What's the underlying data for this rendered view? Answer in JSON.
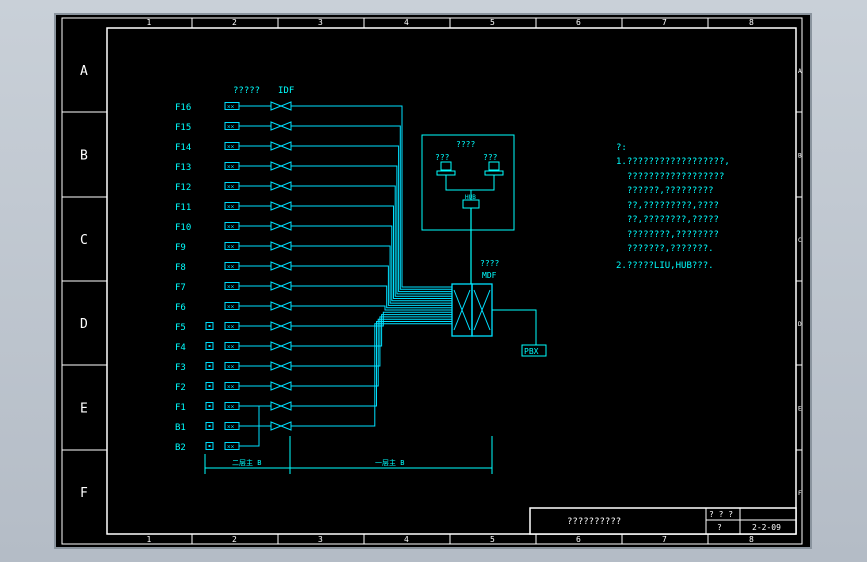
{
  "colors": {
    "background": "#000000",
    "frame": "#ffffff",
    "cable": "#00e0ff",
    "label": "#00ffff",
    "note": "#00ffff",
    "workspace": "#c0c8d0"
  },
  "border": {
    "columns": [
      "1",
      "2",
      "3",
      "4",
      "5",
      "6",
      "7",
      "8"
    ],
    "rows": [
      "A",
      "B",
      "C",
      "D",
      "E",
      "F"
    ]
  },
  "header": {
    "outlet_label": "?????",
    "idf_label": "IDF"
  },
  "floors": [
    "F16",
    "F15",
    "F14",
    "F13",
    "F12",
    "F11",
    "F10",
    "F9",
    "F8",
    "F7",
    "F6",
    "F5",
    "F4",
    "F3",
    "F2",
    "F1",
    "B1",
    "B2"
  ],
  "workstation": {
    "title": "????",
    "pc_left": "???",
    "pc_right": "???",
    "hub": "HUB"
  },
  "mdf": {
    "label_top": "????",
    "label": "MDF"
  },
  "pbx_label": "PBX",
  "dimensions": {
    "left": "二层主 B",
    "right": "一层主 B"
  },
  "notes": {
    "heading": "?:",
    "lines": [
      "1.??????????????????,",
      "  ??????????????????",
      "  ??????,?????????",
      "  ??,?????????,????",
      "  ??,????????,?????",
      "  ????????,????????",
      "  ???????,???????.",
      "2.?????LIU,HUB???."
    ]
  },
  "title_block": {
    "drawing_title": "??????????",
    "field_top": "? ? ?",
    "field_bottom": "?",
    "drawing_number": "2-2-09"
  }
}
